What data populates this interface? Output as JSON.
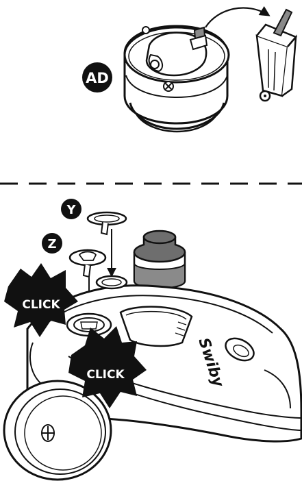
{
  "labels": {
    "ad": "AD",
    "y": "Y",
    "z": "Z",
    "click_top": "CLICK",
    "click_bottom": "CLICK",
    "brand": "Swiby"
  },
  "colors": {
    "ink": "#111111",
    "paper": "#ffffff",
    "shade": "#6e6e6e",
    "light_shade": "#bdbdbd"
  },
  "icons": {
    "bin": "trash-bin-icon",
    "screw": "screw-icon"
  }
}
